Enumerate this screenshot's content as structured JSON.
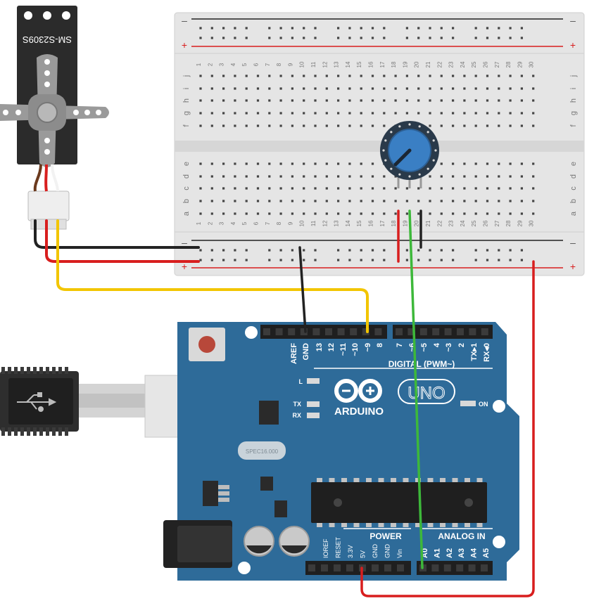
{
  "servo": {
    "model": "SM-S2309S"
  },
  "breadboard": {
    "rail_minus": "–",
    "rail_plus": "+",
    "columns": [
      "1",
      "2",
      "3",
      "4",
      "5",
      "6",
      "7",
      "8",
      "9",
      "10",
      "11",
      "12",
      "13",
      "14",
      "15",
      "16",
      "17",
      "18",
      "19",
      "20",
      "21",
      "22",
      "23",
      "24",
      "25",
      "26",
      "27",
      "28",
      "29",
      "30"
    ],
    "rows_top": [
      "j",
      "i",
      "h",
      "g",
      "f"
    ],
    "rows_bottom": [
      "e",
      "d",
      "c",
      "b",
      "a"
    ]
  },
  "arduino": {
    "brand": "ARDUINO",
    "model": "UNO",
    "digital_label": "DIGITAL (PWM~)",
    "digital_pins_left": [
      "AREF",
      "GND",
      "13",
      "12",
      "~11",
      "~10",
      "~9",
      "8"
    ],
    "digital_pins_right": [
      "7",
      "~6",
      "~5",
      "4",
      "~3",
      "2",
      "TX▸1",
      "RX◂0"
    ],
    "led_l": "L",
    "led_tx": "TX",
    "led_rx": "RX",
    "led_on": "ON",
    "power_label": "POWER",
    "power_pins": [
      "IOREF",
      "RESET",
      "3.3V",
      "5V",
      "GND",
      "GND",
      "Vin"
    ],
    "analog_label": "ANALOG IN",
    "analog_pins": [
      "A0",
      "A1",
      "A2",
      "A3",
      "A4",
      "A5"
    ],
    "crystal": "SPEC16.000"
  },
  "colors": {
    "wire_black": "#222222",
    "wire_red": "#d81e1e",
    "wire_yellow": "#f2c500",
    "wire_green": "#3db83a",
    "board_blue": "#2e6b99",
    "knob_blue": "#3a7fc4"
  }
}
